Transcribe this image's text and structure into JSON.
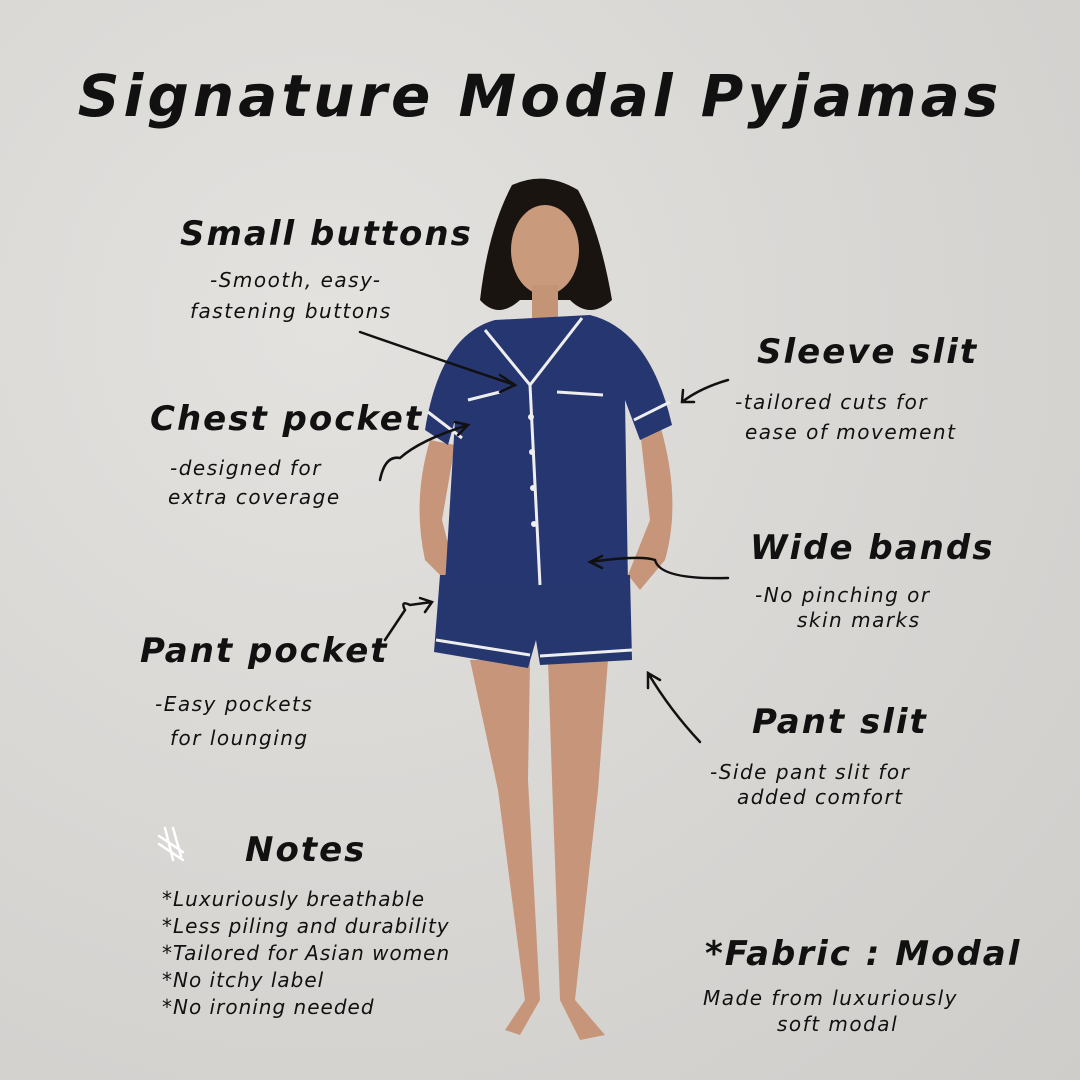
{
  "title": "Signature Modal Pyjamas",
  "features": {
    "small_buttons": {
      "heading": "Small buttons",
      "lines": [
        "-Smooth, easy-",
        "fastening buttons"
      ]
    },
    "chest_pocket": {
      "heading": "Chest pocket",
      "lines": [
        "-designed for",
        "extra coverage"
      ]
    },
    "pant_pocket": {
      "heading": "Pant pocket",
      "lines": [
        "-Easy pockets",
        "for lounging"
      ]
    },
    "sleeve_slit": {
      "heading": "Sleeve slit",
      "lines": [
        "-tailored cuts for",
        "ease of movement"
      ]
    },
    "wide_bands": {
      "heading": "Wide bands",
      "lines": [
        "-No pinching or",
        "skin marks"
      ]
    },
    "pant_slit": {
      "heading": "Pant slit",
      "lines": [
        "-Side pant slit for",
        "added comfort"
      ]
    }
  },
  "notes": {
    "heading": "Notes",
    "icon": "hash-sparkle-icon",
    "items": [
      "*Luxuriously breathable",
      "*Less piling and durability",
      "*Tailored for Asian women",
      "*No itchy label",
      "*No ironing needed"
    ]
  },
  "fabric": {
    "heading": "*Fabric : Modal",
    "lines": [
      "Made from luxuriously",
      "soft modal"
    ]
  },
  "colors": {
    "pyjama": "#24346e",
    "piping": "#f2f2f2",
    "background": "#d9d7d4",
    "text": "#111111"
  }
}
